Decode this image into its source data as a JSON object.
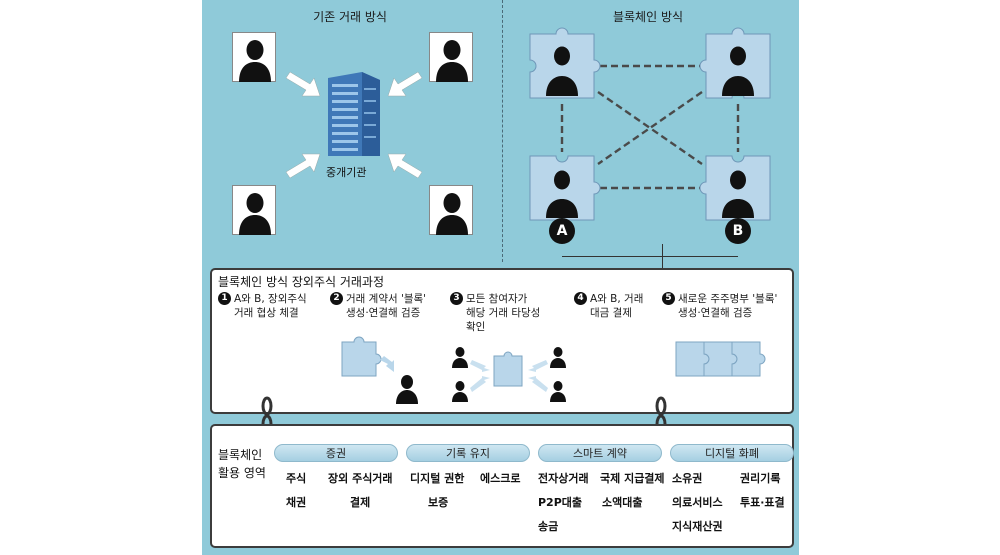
{
  "top": {
    "left_title": "기존 거래 방식",
    "right_title": "블록체인 방식",
    "intermediary_label": "중개기관",
    "node_a": "A",
    "node_b": "B"
  },
  "process": {
    "title": "블록체인 방식 장외주식 거래과정",
    "steps": [
      {
        "num": "1",
        "line1": "A와 B, 장외주식",
        "line2": "거래 협상 체결",
        "line3": ""
      },
      {
        "num": "2",
        "line1": "거래 계약서 '블록'",
        "line2": "생성·연결해 검증",
        "line3": ""
      },
      {
        "num": "3",
        "line1": "모든 참여자가",
        "line2": "해당 거래 타당성",
        "line3": "확인"
      },
      {
        "num": "4",
        "line1": "A와 B, 거래",
        "line2": "대금 결제",
        "line3": ""
      },
      {
        "num": "5",
        "line1": "새로운 주주명부 '블록'",
        "line2": "생성·연결해 검증",
        "line3": ""
      }
    ]
  },
  "usage": {
    "title_line1": "블록체인",
    "title_line2": "활용 영역",
    "categories": [
      {
        "name": "증권",
        "items": [
          "주식",
          "장외 주식거래",
          "채권",
          "결제"
        ]
      },
      {
        "name": "기록 유지",
        "items": [
          "디지털 권한",
          "에스크로",
          "보증"
        ]
      },
      {
        "name": "스마트 계약",
        "items": [
          "전자상거래",
          "국제 지급결제",
          "P2P대출",
          "소액대출",
          "송금"
        ]
      },
      {
        "name": "디지털 화폐",
        "items": [
          "소유권",
          "권리기록",
          "의료서비스",
          "투표·표결",
          "지식재산권"
        ]
      }
    ]
  },
  "colors": {
    "background": "#8fcad9",
    "panel_border": "#3c3c3c",
    "puzzle": "#b9d6ea",
    "chain": "#4a4a4a"
  }
}
